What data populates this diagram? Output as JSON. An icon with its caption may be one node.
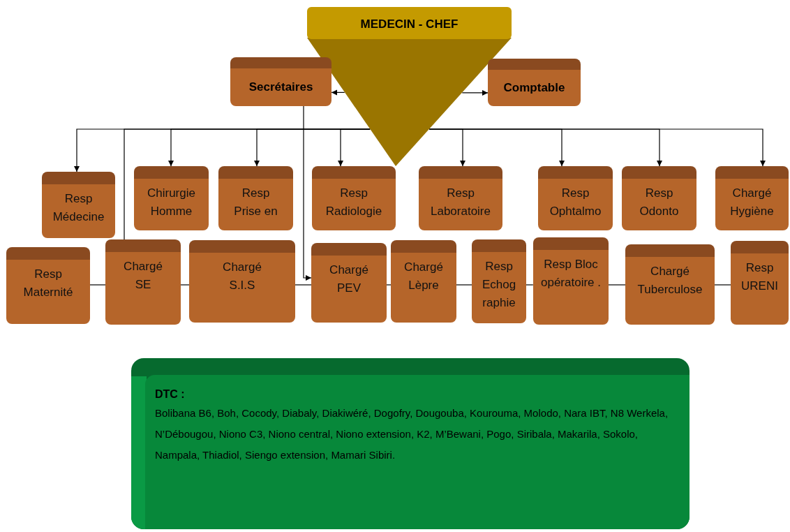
{
  "diagram": {
    "nodes": [
      {
        "text": [
          "MEDECIN - CHEF"
        ]
      },
      {
        "text": [
          "Secrétaires"
        ]
      },
      {
        "text": [
          "Comptable"
        ]
      },
      {
        "text": [
          "Resp Médecine"
        ]
      },
      {
        "text": [
          "Chirurgie Homme"
        ]
      },
      {
        "text": [
          "Resp Prise en"
        ]
      },
      {
        "text": [
          "Resp Radiologie"
        ]
      },
      {
        "text": [
          "Resp Laboratoire"
        ]
      },
      {
        "text": [
          "Resp Ophtalmo"
        ]
      },
      {
        "text": [
          "Resp Odonto"
        ]
      },
      {
        "text": [
          "Chargé Hygiène"
        ]
      },
      {
        "text": [
          "Resp Maternité"
        ]
      },
      {
        "text": [
          "Chargé SE"
        ]
      },
      {
        "text": [
          "Chargé S.I.S"
        ]
      },
      {
        "text": [
          "Chargé PEV"
        ]
      },
      {
        "text": [
          "Chargé Lèpre"
        ]
      },
      {
        "text": [
          "Resp Echog raphie"
        ]
      },
      {
        "text": [
          "Resp Bloc opératoire ."
        ]
      },
      {
        "text": [
          "Chargé Tuberculose"
        ]
      },
      {
        "text": [
          "Resp URENI"
        ]
      },
      {
        "text": [
          "DTC :",
          "Bolibana B6, Boh, Cocody, Diabaly, Diakiwéré, Dogofry, Dougouba, Kourouma, Molodo, Nara IBT, N8 Werkela, N’Débougou, Niono C3, Niono central, Niono extension, K2, M’Bewani, Pogo, Siribala, Makarila, Sokolo, Nampala, Thiadiol, Siengo extension, Mamari Sibiri."
        ]
      }
    ],
    "edges": [
      {
        "from": 0,
        "to": 1,
        "arrow": "to"
      },
      {
        "from": 0,
        "to": 2,
        "arrow": "to"
      },
      {
        "from": 0,
        "to": 3,
        "arrow": "to"
      },
      {
        "from": 0,
        "to": 12,
        "arrow": "none"
      },
      {
        "from": 0,
        "to": 4,
        "arrow": "to"
      },
      {
        "from": 0,
        "to": 5,
        "arrow": "to"
      },
      {
        "from": 0,
        "to": 6,
        "arrow": "to"
      },
      {
        "from": 0,
        "to": 7,
        "arrow": "to"
      },
      {
        "from": 0,
        "to": 8,
        "arrow": "to"
      },
      {
        "from": 0,
        "to": 9,
        "arrow": "to"
      },
      {
        "from": 0,
        "to": 10,
        "arrow": "to"
      },
      {
        "from": 1,
        "to": 14,
        "arrow": "to"
      },
      {
        "from": 11,
        "to": 12,
        "arrow": "none"
      },
      {
        "from": 12,
        "to": 13,
        "arrow": "none"
      },
      {
        "from": 13,
        "to": 14,
        "arrow": "none"
      },
      {
        "from": 14,
        "to": 15,
        "arrow": "none"
      },
      {
        "from": 15,
        "to": 16,
        "arrow": "none"
      },
      {
        "from": 16,
        "to": 17,
        "arrow": "none"
      },
      {
        "from": 17,
        "to": 18,
        "arrow": "none"
      },
      {
        "from": 18,
        "to": 19,
        "arrow": "none"
      }
    ]
  }
}
